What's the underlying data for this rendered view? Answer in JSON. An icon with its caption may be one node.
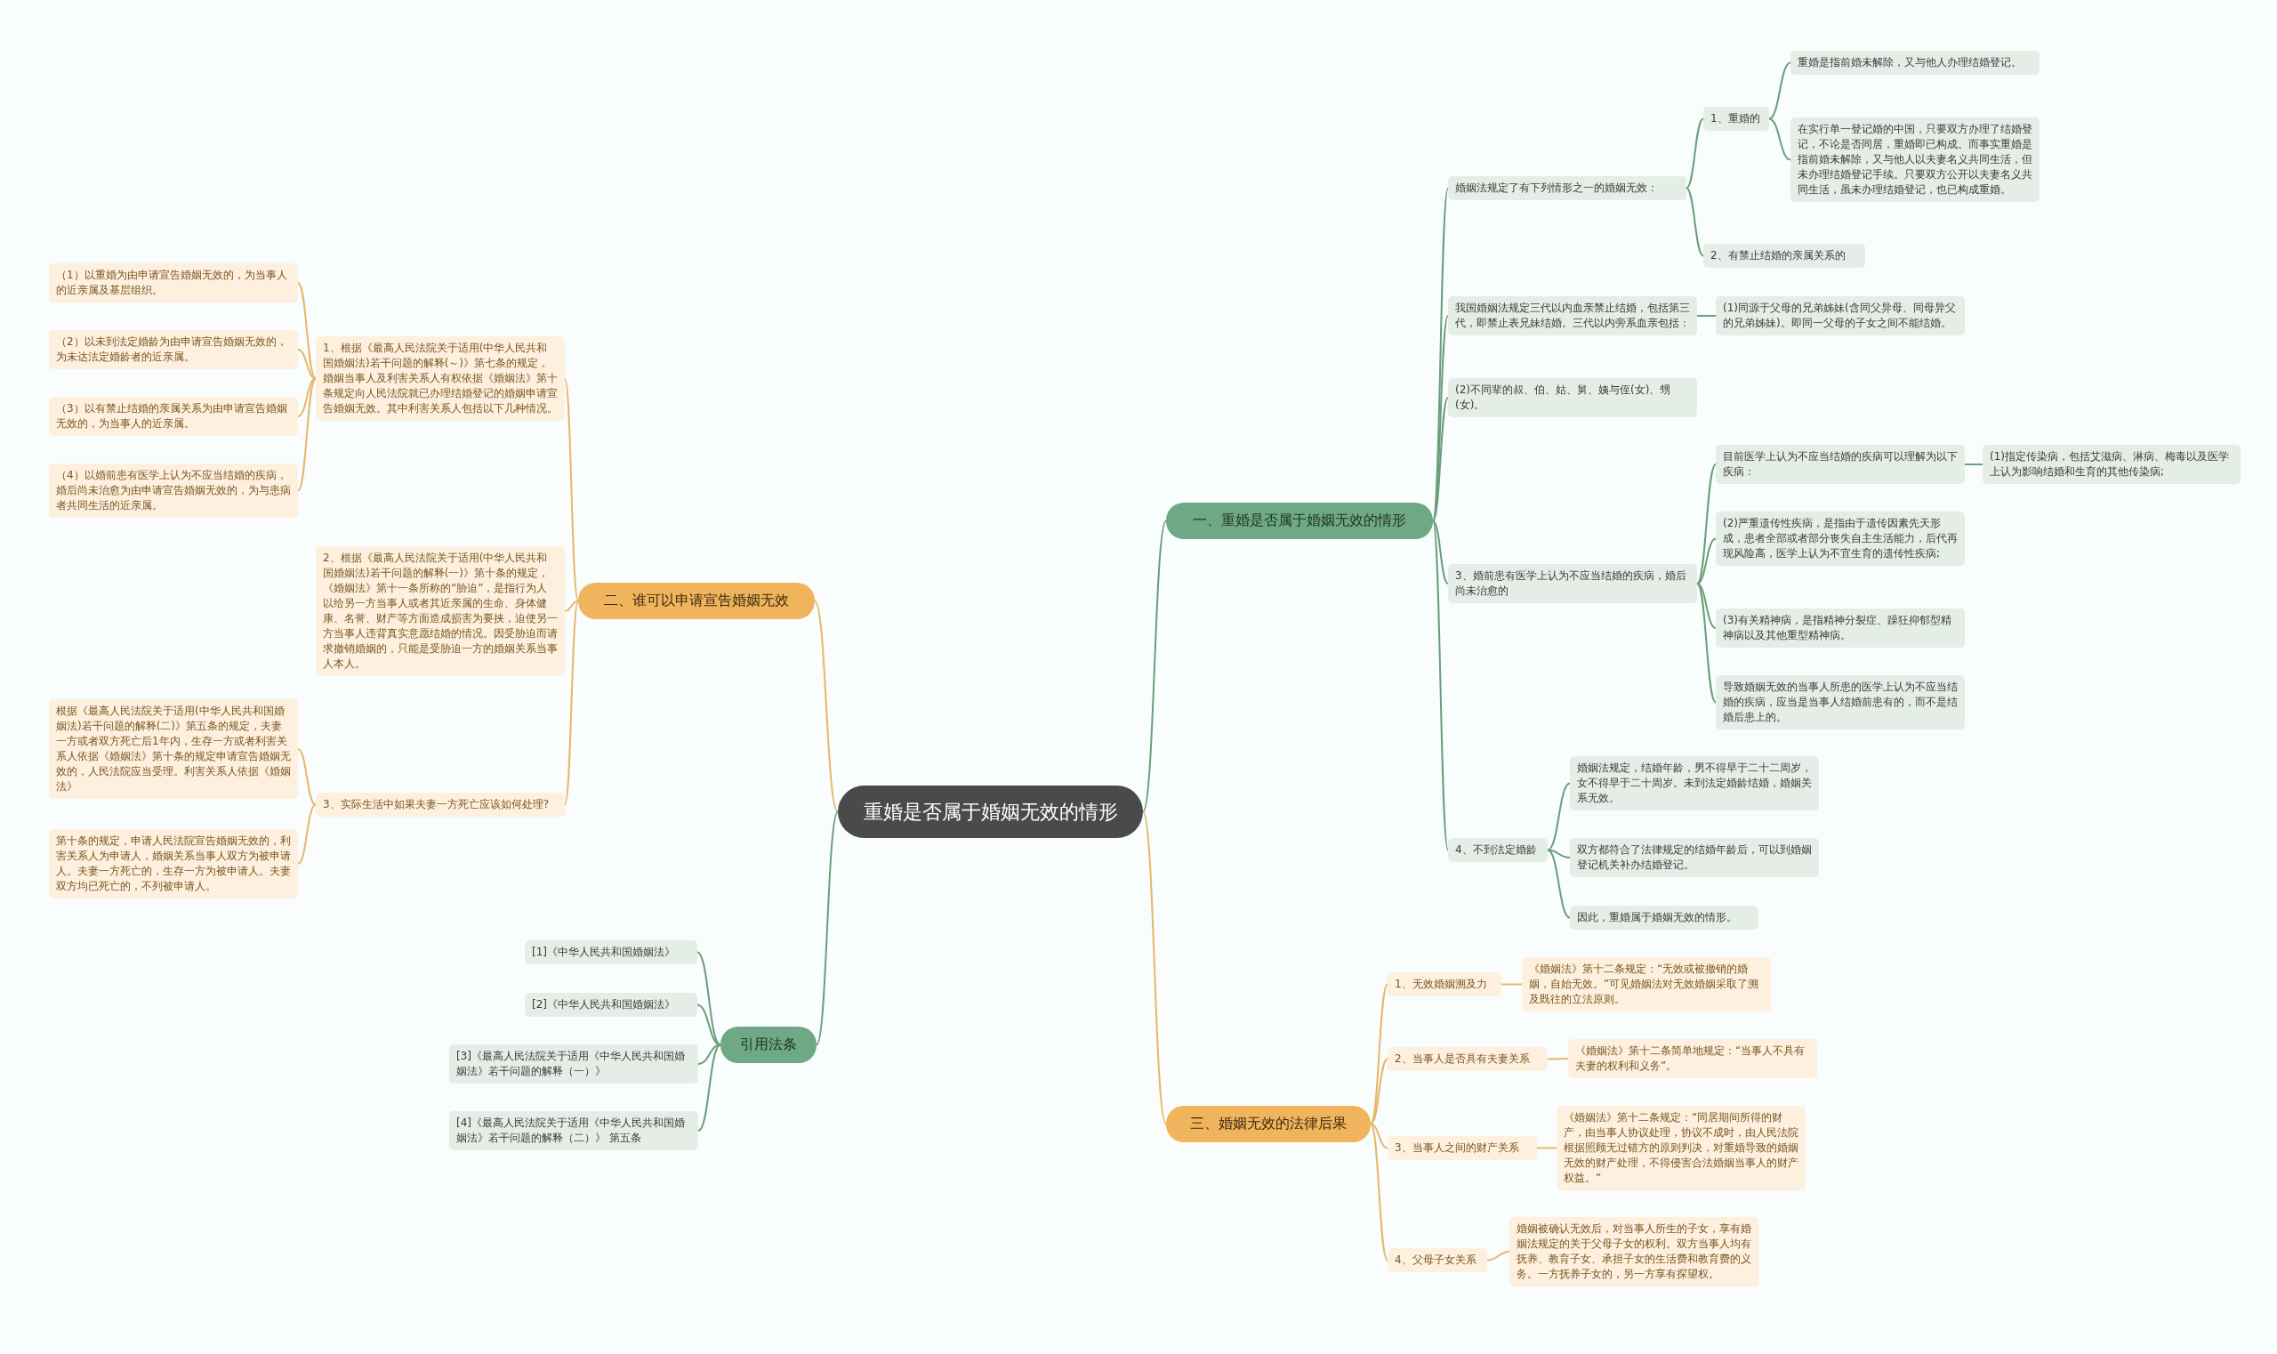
{
  "diagram": {
    "nodes": [
      {
        "text": [
          "重婚是否属于婚姻无效的情形"
        ]
      },
      {
        "text": [
          "一、重婚是否属于婚姻无效的情形"
        ]
      },
      {
        "text": [
          "婚姻法规定了有下列情形之一的婚姻无效："
        ]
      },
      {
        "text": [
          "1、重婚的"
        ]
      },
      {
        "text": [
          "重婚是指前婚未解除，又与他人办理结婚登记。"
        ]
      },
      {
        "text": [
          "在实行单一登记婚的中国，只要双方办理了结婚登记，不论是否同居，重婚即已构成。而事实重婚是指前婚未解除，又与他人以夫妻名义共同生活，但未办理结婚登记手续。只要双方公开以夫妻名义共同生活，虽未办理结婚登记，也已构成重婚。"
        ]
      },
      {
        "text": [
          "2、有禁止结婚的亲属关系的"
        ]
      },
      {
        "text": [
          "我国婚姻法规定三代以内血亲禁止结婚，包括第三代，即禁止表兄妹结婚。三代以内旁系血亲包括："
        ]
      },
      {
        "text": [
          "(1)同源于父母的兄弟姊妹(含同父异母、同母异父的兄弟姊妹)。即同一父母的子女之间不能结婚。"
        ]
      },
      {
        "text": [
          "(2)不同辈的叔、伯、姑、舅、姨与侄(女)、甥(女)。"
        ]
      },
      {
        "text": [
          "3、婚前患有医学上认为不应当结婚的疾病，婚后尚未治愈的"
        ]
      },
      {
        "text": [
          "目前医学上认为不应当结婚的疾病可以理解为以下疾病："
        ]
      },
      {
        "text": [
          "(1)指定传染病，包括艾滋病、淋病、梅毒以及医学上认为影响结婚和生育的其他传染病;"
        ]
      },
      {
        "text": [
          "(2)严重遗传性疾病，是指由于遗传因素先天形成，患者全部或者部分丧失自主生活能力，后代再现风险高，医学上认为不宜生育的遗传性疾病;"
        ]
      },
      {
        "text": [
          "(3)有关精神病，是指精神分裂症、躁狂抑郁型精神病以及其他重型精神病。"
        ]
      },
      {
        "text": [
          "导致婚姻无效的当事人所患的医学上认为不应当结婚的疾病，应当是当事人结婚前患有的，而不是结婚后患上的。"
        ]
      },
      {
        "text": [
          "4、不到法定婚龄"
        ]
      },
      {
        "text": [
          "婚姻法规定，结婚年龄，男不得早于二十二周岁，女不得早于二十周岁。未到法定婚龄结婚，婚姻关系无效。"
        ]
      },
      {
        "text": [
          "双方都符合了法律规定的结婚年龄后，可以到婚姻登记机关补办结婚登记。"
        ]
      },
      {
        "text": [
          "因此，重婚属于婚姻无效的情形。"
        ]
      },
      {
        "text": [
          "三、婚姻无效的法律后果"
        ]
      },
      {
        "text": [
          "1、无效婚姻溯及力"
        ]
      },
      {
        "text": [
          "《婚姻法》第十二条规定：“无效或被撤销的婚姻，自始无效。”可见婚姻法对无效婚姻采取了溯及既往的立法原则。"
        ]
      },
      {
        "text": [
          "2、当事人是否具有夫妻关系"
        ]
      },
      {
        "text": [
          "《婚姻法》第十二条简单地规定：“当事人不具有夫妻的权利和义务”。"
        ]
      },
      {
        "text": [
          "3、当事人之间的财产关系"
        ]
      },
      {
        "text": [
          "《婚姻法》第十二条规定：“同居期间所得的财产，由当事人协议处理，协议不成时，由人民法院根据照顾无过错方的原则判决，对重婚导致的婚姻无效的财产处理，不得侵害合法婚姻当事人的财产权益。”"
        ]
      },
      {
        "text": [
          "4、父母子女关系"
        ]
      },
      {
        "text": [
          "婚姻被确认无效后，对当事人所生的子女，享有婚姻法规定的关于父母子女的权利。双方当事人均有抚养、教育子女、承担子女的生活费和教育费的义务。一方抚养子女的，另一方享有探望权。"
        ]
      },
      {
        "text": [
          "二、谁可以申请宣告婚姻无效"
        ]
      },
      {
        "text": [
          "1、根据《最高人民法院关于适用(中华人民共和国婚姻法)若干问题的解释(～)》第七条的规定，婚姻当事人及利害关系人有权依据《婚姻法》第十条规定向人民法院就已办理结婚登记的婚姻申请宣告婚姻无效。其中利害关系人包括以下几种情况。"
        ]
      },
      {
        "text": [
          "（1）以重婚为由申请宣告婚姻无效的，为当事人的近亲属及基层组织。"
        ]
      },
      {
        "text": [
          "（2）以未到法定婚龄为由申请宣告婚姻无效的，为未达法定婚龄者的近亲属。"
        ]
      },
      {
        "text": [
          "（3）以有禁止结婚的亲属关系为由申请宣告婚姻无效的，为当事人的近亲属。"
        ]
      },
      {
        "text": [
          "（4）以婚前患有医学上认为不应当结婚的疾病，婚后尚未治愈为由申请宣告婚姻无效的，为与患病者共同生活的近亲属。"
        ]
      },
      {
        "text": [
          "2、根据《最高人民法院关于适用(中华人民共和国婚姻法)若干问题的解释(一)》第十条的规定，《婚姻法》第十一条所称的“胁迫”，是指行为人以给另一方当事人或者其近亲属的生命、身体健康、名誉、财产等方面造成损害为要挟，迫使另一方当事人违背真实意愿结婚的情况。因受胁迫而请求撤销婚姻的，只能是受胁迫一方的婚姻关系当事人本人。"
        ]
      },
      {
        "text": [
          "3、实际生活中如果夫妻一方死亡应该如何处理?"
        ]
      },
      {
        "text": [
          "根据《最高人民法院关于适用(中华人民共和国婚姻法)若干问题的解释(二)》第五条的规定，夫妻一方或者双方死亡后1年内，生存一方或者利害关系人依据《婚姻法》第十条的规定申请宣告婚姻无效的，人民法院应当受理。利害关系人依据《婚姻法》"
        ]
      },
      {
        "text": [
          "第十条的规定，申请人民法院宣告婚姻无效的，利害关系人为申请人，婚姻关系当事人双方为被申请人。夫妻一方死亡的，生存一方为被申请人。夫妻双方均已死亡的，不列被申请人。"
        ]
      },
      {
        "text": [
          "引用法条"
        ]
      },
      {
        "text": [
          "[1]《中华人民共和国婚姻法》"
        ]
      },
      {
        "text": [
          "[2]《中华人民共和国婚姻法》"
        ]
      },
      {
        "text": [
          "[3]《最高人民法院关于适用《中华人民共和国婚姻法》若干问题的解释（一）》"
        ]
      },
      {
        "text": [
          "[4]《最高人民法院关于适用《中华人民共和国婚姻法》若干问题的解释（二）》 第五条"
        ]
      }
    ],
    "edges": [
      {
        "from": 0,
        "to": 1,
        "arrow": "none"
      },
      {
        "from": 1,
        "to": 2,
        "arrow": "none"
      },
      {
        "from": 2,
        "to": 3,
        "arrow": "none"
      },
      {
        "from": 3,
        "to": 4,
        "arrow": "none"
      },
      {
        "from": 3,
        "to": 5,
        "arrow": "none"
      },
      {
        "from": 2,
        "to": 6,
        "arrow": "none"
      },
      {
        "from": 1,
        "to": 7,
        "arrow": "none"
      },
      {
        "from": 7,
        "to": 8,
        "arrow": "none"
      },
      {
        "from": 1,
        "to": 9,
        "arrow": "none"
      },
      {
        "from": 1,
        "to": 10,
        "arrow": "none"
      },
      {
        "from": 10,
        "to": 11,
        "arrow": "none"
      },
      {
        "from": 11,
        "to": 12,
        "arrow": "none"
      },
      {
        "from": 10,
        "to": 13,
        "arrow": "none"
      },
      {
        "from": 10,
        "to": 14,
        "arrow": "none"
      },
      {
        "from": 10,
        "to": 15,
        "arrow": "none"
      },
      {
        "from": 1,
        "to": 16,
        "arrow": "none"
      },
      {
        "from": 16,
        "to": 17,
        "arrow": "none"
      },
      {
        "from": 16,
        "to": 18,
        "arrow": "none"
      },
      {
        "from": 16,
        "to": 19,
        "arrow": "none"
      },
      {
        "from": 0,
        "to": 20,
        "arrow": "none",
        "color": "#e5b769"
      },
      {
        "from": 20,
        "to": 21,
        "arrow": "none",
        "color": "#e5b769"
      },
      {
        "from": 21,
        "to": 22,
        "arrow": "none",
        "color": "#e5b769"
      },
      {
        "from": 20,
        "to": 23,
        "arrow": "none",
        "color": "#e5b769"
      },
      {
        "from": 23,
        "to": 24,
        "arrow": "none",
        "color": "#e5b769"
      },
      {
        "from": 20,
        "to": 25,
        "arrow": "none",
        "color": "#e5b769"
      },
      {
        "from": 25,
        "to": 26,
        "arrow": "none",
        "color": "#e5b769"
      },
      {
        "from": 20,
        "to": 27,
        "arrow": "none",
        "color": "#e5b769"
      },
      {
        "from": 27,
        "to": 28,
        "arrow": "none",
        "color": "#e5b769"
      },
      {
        "from": 0,
        "to": 29,
        "arrow": "none",
        "color": "#e5b769"
      },
      {
        "from": 29,
        "to": 30,
        "arrow": "none",
        "color": "#e5b769"
      },
      {
        "from": 30,
        "to": 31,
        "arrow": "none",
        "color": "#e5b769"
      },
      {
        "from": 30,
        "to": 32,
        "arrow": "none",
        "color": "#e5b769"
      },
      {
        "from": 30,
        "to": 33,
        "arrow": "none",
        "color": "#e5b769"
      },
      {
        "from": 30,
        "to": 34,
        "arrow": "none",
        "color": "#e5b769"
      },
      {
        "from": 29,
        "to": 35,
        "arrow": "none",
        "color": "#e5b769"
      },
      {
        "from": 29,
        "to": 36,
        "arrow": "none",
        "color": "#e5b769"
      },
      {
        "from": 36,
        "to": 37,
        "arrow": "none",
        "color": "#e5b769"
      },
      {
        "from": 36,
        "to": 38,
        "arrow": "none",
        "color": "#e5b769"
      },
      {
        "from": 0,
        "to": 39,
        "arrow": "none"
      },
      {
        "from": 39,
        "to": 40,
        "arrow": "none"
      },
      {
        "from": 39,
        "to": 41,
        "arrow": "none"
      },
      {
        "from": 39,
        "to": 42,
        "arrow": "none"
      },
      {
        "from": 39,
        "to": 43,
        "arrow": "none"
      }
    ]
  }
}
